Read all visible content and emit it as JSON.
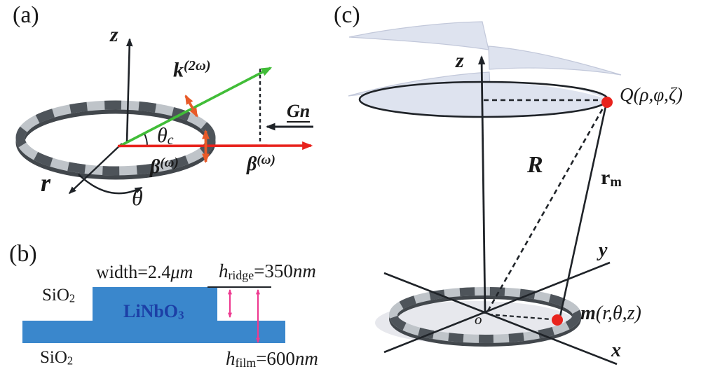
{
  "figure": {
    "panels": {
      "a": {
        "tag": "(a)",
        "labels": {
          "z": "z",
          "k": {
            "base": "k",
            "sup": "(2ω)"
          },
          "theta_c": {
            "base": "θ",
            "sub": "c"
          },
          "gn": "Gn",
          "beta_mid": {
            "base": "β",
            "sup": "(ω)"
          },
          "beta_right": {
            "base": "β",
            "sup": "(ω)"
          },
          "r": "r",
          "theta": "θ"
        }
      },
      "b": {
        "tag": "(b)",
        "labels": {
          "width": {
            "text": "width=2.4",
            "unit": "μm"
          },
          "h_ridge": {
            "base": "h",
            "sub": "ridge",
            "value": "=350",
            "unit": "nm"
          },
          "h_film": {
            "base": "h",
            "sub": "film",
            "value": "=600",
            "unit": "nm"
          },
          "sio2_top": {
            "base": "SiO",
            "sub": "2"
          },
          "linbo3": {
            "base": "LiNbO",
            "sub": "3"
          },
          "sio2_bottom": {
            "base": "SiO",
            "sub": "2"
          }
        }
      },
      "c": {
        "tag": "(c)",
        "labels": {
          "z": "z",
          "q": "Q(ρ,φ,ζ)",
          "R": "R",
          "rm": {
            "base": "r",
            "sub": "m"
          },
          "y": "y",
          "x": "x",
          "o": "o",
          "m": {
            "base": "m",
            "rest": "(r,θ,z)"
          }
        }
      }
    },
    "colors": {
      "pump_red": "#e8231d",
      "shg_green": "#41bd38",
      "polarization_orange": "#e85a28",
      "waveguide_blue": "#3a87cc",
      "measure_pink": "#ee3a90",
      "linbo3_text": "#1c3fa6",
      "dot_red": "#e8231d",
      "ring_dark": "#4e545a",
      "ring_light": "#bfc4c9",
      "spiral_fill": "#dee3ef"
    }
  }
}
